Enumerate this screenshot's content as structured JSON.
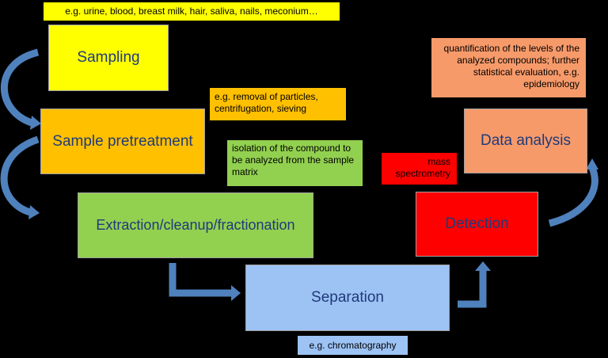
{
  "colors": {
    "background": "#000000",
    "sampling": "#ffff00",
    "pretreatment": "#ffc000",
    "extraction": "#92d050",
    "separation": "#9dc3f5",
    "detection": "#ff0000",
    "data_analysis": "#f79a6a",
    "arrow": "#4f81bd",
    "box_text": "#1f3a7a"
  },
  "steps": {
    "sampling": "Sampling",
    "pretreatment": "Sample pretreatment",
    "extraction": "Extraction/cleanup/fractionation",
    "separation": "Separation",
    "detection": "Detection",
    "data_analysis": "Data analysis"
  },
  "notes": {
    "sampling": "e.g. urine, blood, breast milk, hair, saliva, nails, meconium…",
    "pretreatment": "e.g. removal of particles, centrifugation, sieving",
    "extraction": "isolation of the compound to be analyzed from the sample matrix",
    "detection": "mass spectrometry",
    "data_analysis": "quantification of the levels of the analyzed compounds; further statistical evaluation, e.g. epidemiology",
    "separation": "e.g. chromatography"
  }
}
